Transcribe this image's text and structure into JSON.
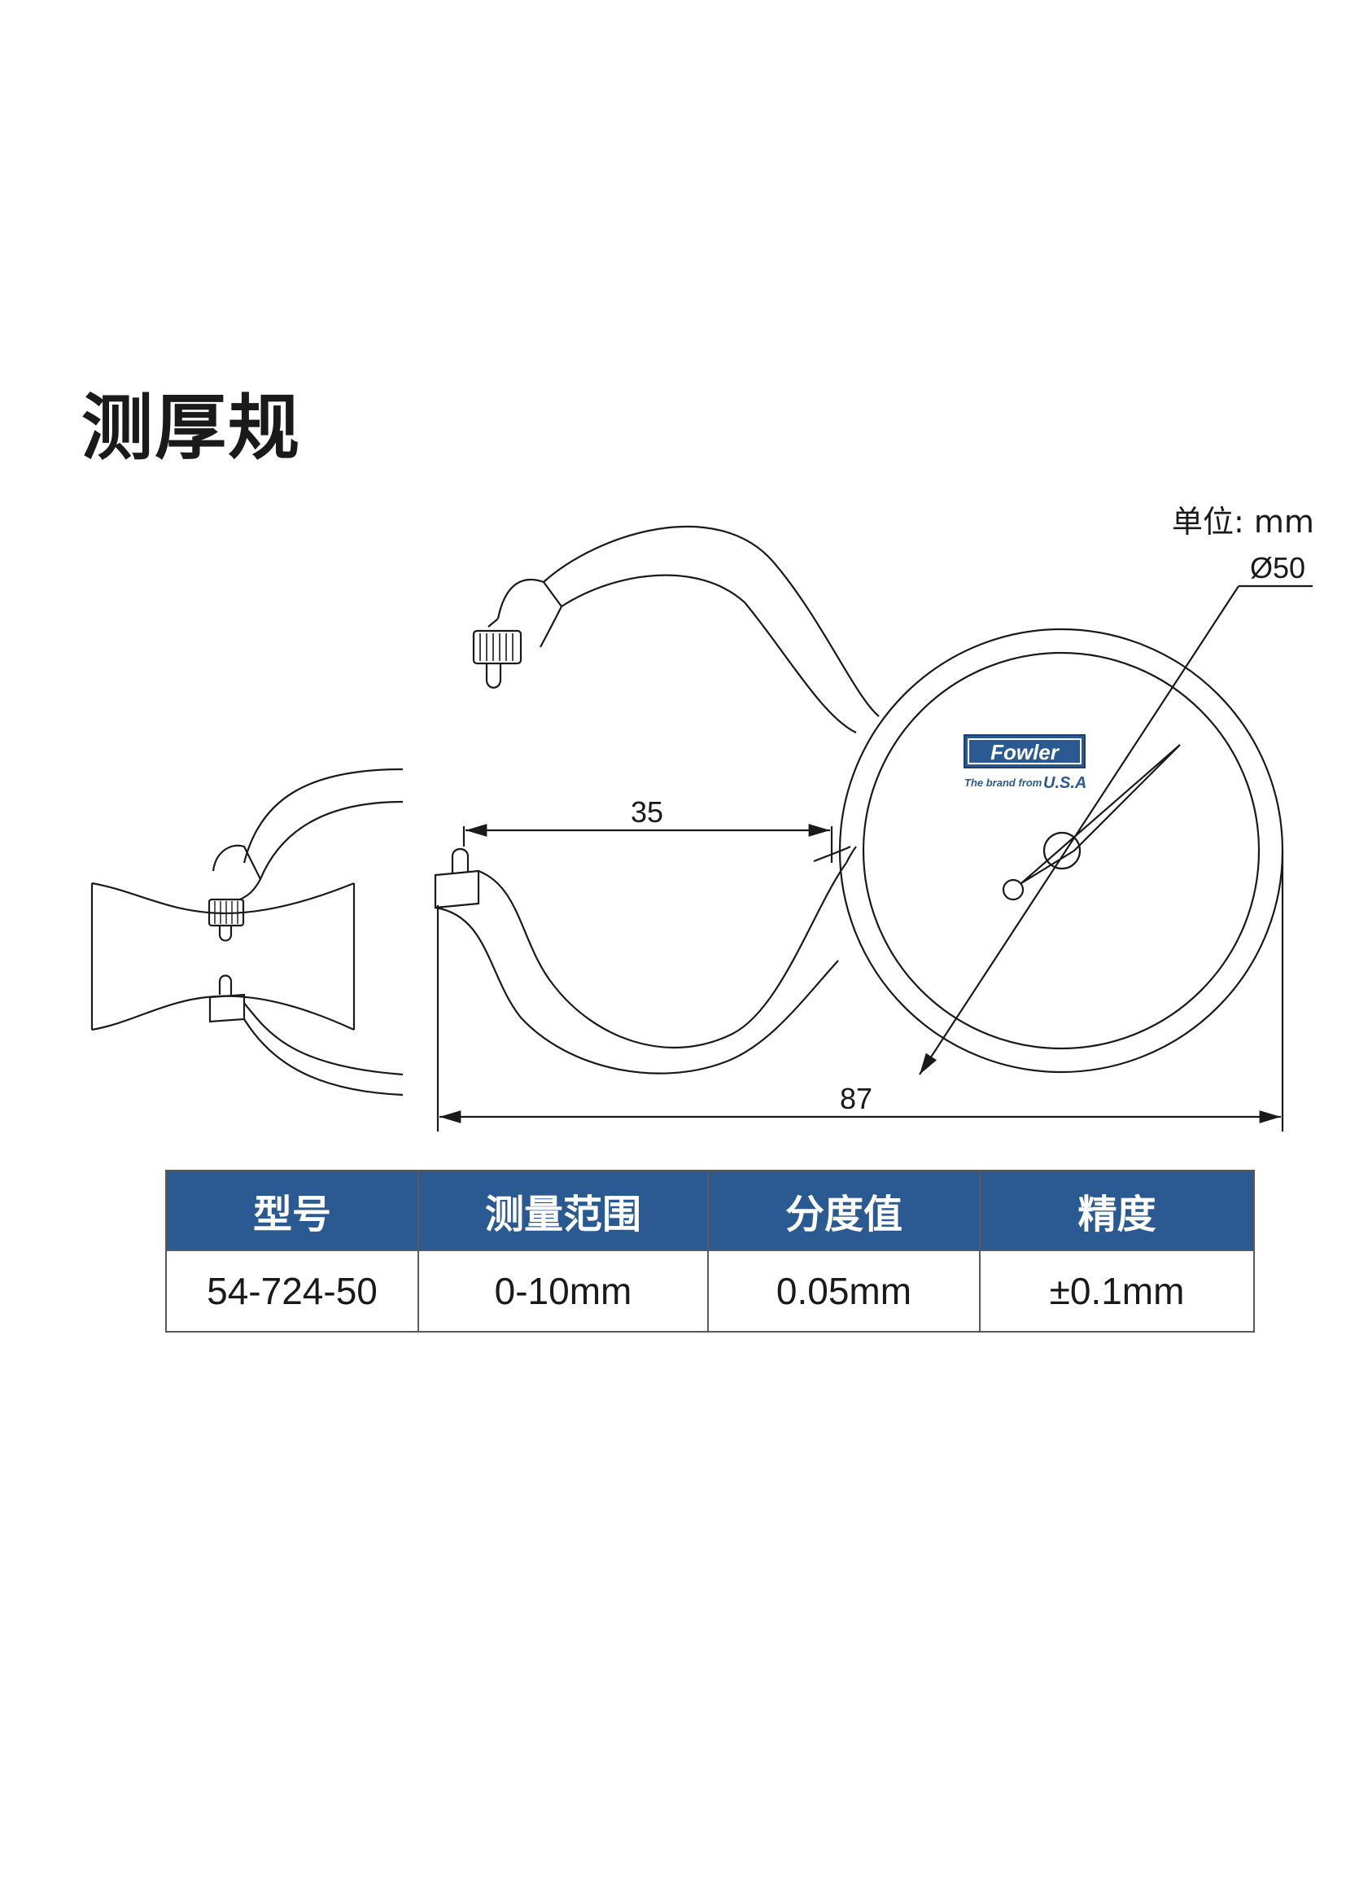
{
  "title": "测厚规",
  "unit_label": "单位: mm",
  "dimensions": {
    "diameter": "Ø50",
    "throat_depth": "35",
    "overall_length": "87"
  },
  "logo": {
    "brand": "Fowler",
    "tagline": "The brand from",
    "origin": "U.S.A",
    "color": "#2b5a93"
  },
  "table": {
    "headers": [
      "型号",
      "测量范围",
      "分度值",
      "精度"
    ],
    "rows": [
      [
        "54-724-50",
        "0-10mm",
        "0.05mm",
        "±0.1mm"
      ]
    ],
    "header_color": "#2b5a93"
  }
}
